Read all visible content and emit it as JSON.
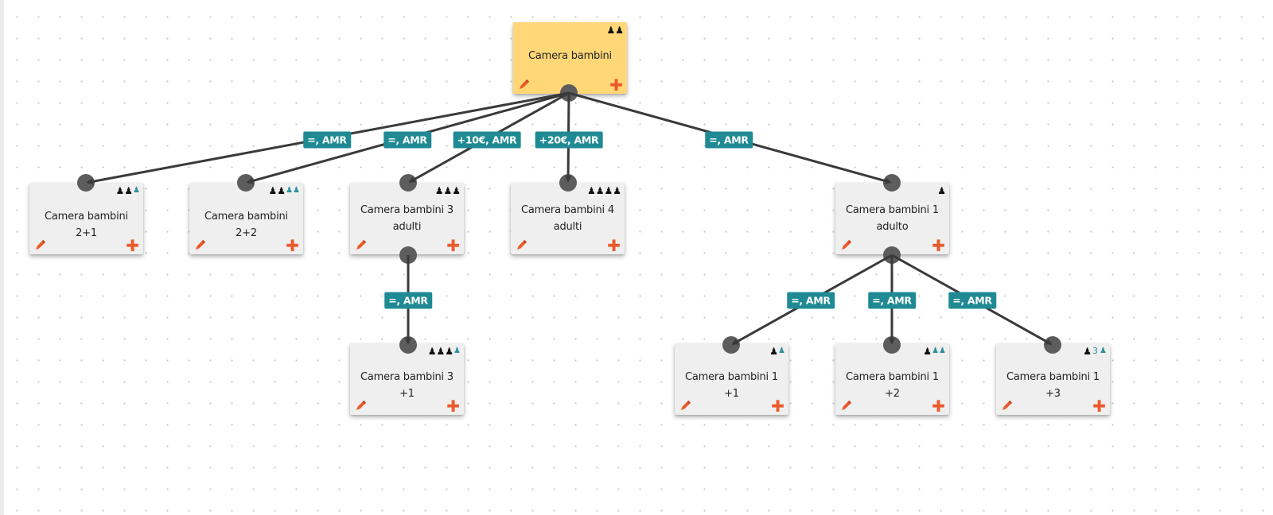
{
  "canvas": {
    "colors": {
      "root_card": "#ffd777",
      "card": "#efefef",
      "label_bg": "#1f8a93",
      "edge": "#3a3a3a",
      "port": "#5d5d5d",
      "add_icon": "#ea5a2c",
      "child_icon": "#2e8f9e"
    }
  },
  "nodes": [
    {
      "id": "root",
      "title": "Camera bambini",
      "adults": 2,
      "children": 0,
      "children_label": "",
      "root": true
    },
    {
      "id": "n21",
      "title": "Camera bambini 2+1",
      "adults": 2,
      "children": 1,
      "children_label": ""
    },
    {
      "id": "n22",
      "title": "Camera bambini 2+2",
      "adults": 2,
      "children": 2,
      "children_label": ""
    },
    {
      "id": "n3a",
      "title": "Camera bambini 3 adulti",
      "adults": 3,
      "children": 0,
      "children_label": ""
    },
    {
      "id": "n4a",
      "title": "Camera bambini 4 adulti",
      "adults": 4,
      "children": 0,
      "children_label": ""
    },
    {
      "id": "n1a",
      "title": "Camera bambini 1 adulto",
      "adults": 1,
      "children": 0,
      "children_label": ""
    },
    {
      "id": "n31",
      "title": "Camera bambini 3 +1",
      "adults": 3,
      "children": 1,
      "children_label": ""
    },
    {
      "id": "n11",
      "title": "Camera bambini 1 +1",
      "adults": 1,
      "children": 1,
      "children_label": ""
    },
    {
      "id": "n12",
      "title": "Camera bambini 1 +2",
      "adults": 1,
      "children": 2,
      "children_label": ""
    },
    {
      "id": "n13",
      "title": "Camera bambini 1 +3",
      "adults": 1,
      "children": 1,
      "children_label": "3"
    }
  ],
  "edges": [
    {
      "from": "root",
      "to": "n21",
      "label": "=, AMR"
    },
    {
      "from": "root",
      "to": "n22",
      "label": "=, AMR"
    },
    {
      "from": "root",
      "to": "n3a",
      "label": "+10€, AMR"
    },
    {
      "from": "root",
      "to": "n4a",
      "label": "+20€, AMR"
    },
    {
      "from": "root",
      "to": "n1a",
      "label": "=, AMR"
    },
    {
      "from": "n3a",
      "to": "n31",
      "label": "=, AMR"
    },
    {
      "from": "n1a",
      "to": "n11",
      "label": "=, AMR"
    },
    {
      "from": "n1a",
      "to": "n12",
      "label": "=, AMR"
    },
    {
      "from": "n1a",
      "to": "n13",
      "label": "=, AMR"
    }
  ],
  "icons": {
    "edit": "pencil-icon",
    "add": "plus-icon",
    "adult": "adult-person-icon",
    "child": "child-person-icon"
  },
  "glyphs": {
    "add": "✚",
    "adult": "♟",
    "child": "♟"
  }
}
